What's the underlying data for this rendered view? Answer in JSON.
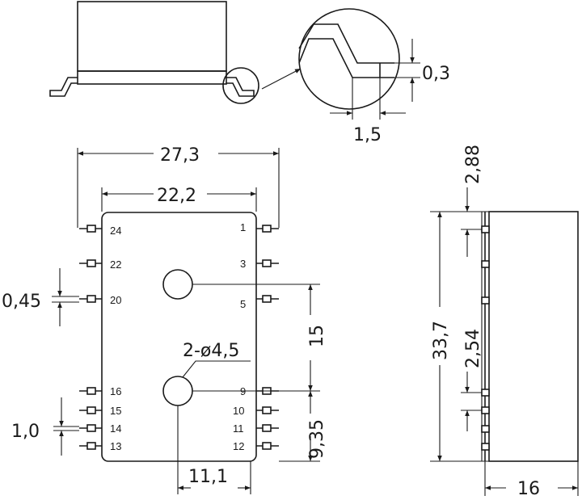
{
  "dimensions": {
    "lead_thickness": "0,3",
    "lead_foot": "1,5",
    "overall_width": "27,3",
    "body_width": "22,2",
    "lead_width": "0,45",
    "pitch_1_0": "1,0",
    "holes": "2-ø4,5",
    "hole_spacing": "15",
    "hole_offset_y": "9,35",
    "hole_offset_x": "11,1",
    "top_offset": "2,88",
    "body_length": "33,7",
    "pitch_2_54": "2,54",
    "height": "16"
  },
  "pins": {
    "left": [
      "24",
      "22",
      "20",
      "16",
      "15",
      "14",
      "13"
    ],
    "right": [
      "1",
      "3",
      "5",
      "9",
      "10",
      "11",
      "12"
    ]
  }
}
